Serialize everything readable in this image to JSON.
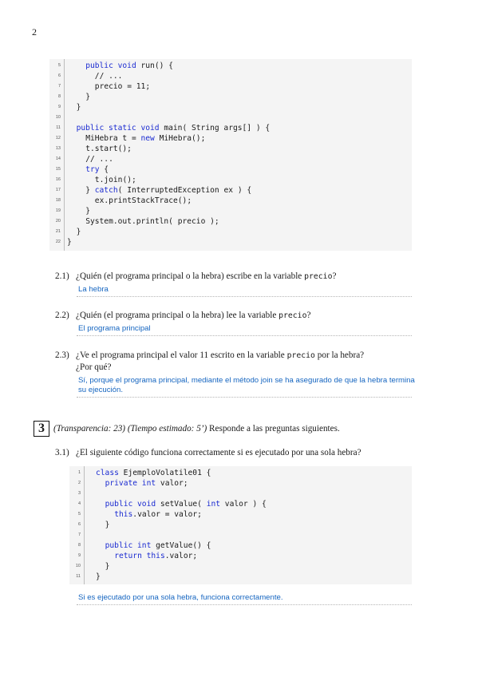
{
  "page_number": "2",
  "code1": {
    "lines": [
      {
        "n": "5",
        "indent": 4,
        "parts": [
          {
            "t": "public void",
            "kw": true
          },
          {
            "t": " run() {"
          }
        ]
      },
      {
        "n": "6",
        "indent": 6,
        "parts": [
          {
            "t": "// ..."
          }
        ]
      },
      {
        "n": "7",
        "indent": 6,
        "parts": [
          {
            "t": "precio = 11;"
          }
        ]
      },
      {
        "n": "8",
        "indent": 4,
        "parts": [
          {
            "t": "}"
          }
        ]
      },
      {
        "n": "9",
        "indent": 2,
        "parts": [
          {
            "t": "}"
          }
        ]
      },
      {
        "n": "10",
        "indent": 0,
        "parts": []
      },
      {
        "n": "11",
        "indent": 2,
        "parts": [
          {
            "t": "public static void",
            "kw": true
          },
          {
            "t": " main( String args[] ) {"
          }
        ]
      },
      {
        "n": "12",
        "indent": 4,
        "parts": [
          {
            "t": "MiHebra t = "
          },
          {
            "t": "new",
            "kw": true
          },
          {
            "t": " MiHebra();"
          }
        ]
      },
      {
        "n": "13",
        "indent": 4,
        "parts": [
          {
            "t": "t.start();"
          }
        ]
      },
      {
        "n": "14",
        "indent": 4,
        "parts": [
          {
            "t": "// ..."
          }
        ]
      },
      {
        "n": "15",
        "indent": 4,
        "parts": [
          {
            "t": "try",
            "kw": true
          },
          {
            "t": " {"
          }
        ]
      },
      {
        "n": "16",
        "indent": 6,
        "parts": [
          {
            "t": "t.join();"
          }
        ]
      },
      {
        "n": "17",
        "indent": 4,
        "parts": [
          {
            "t": "} "
          },
          {
            "t": "catch",
            "kw": true
          },
          {
            "t": "( InterruptedException ex ) {"
          }
        ]
      },
      {
        "n": "18",
        "indent": 6,
        "parts": [
          {
            "t": "ex.printStackTrace();"
          }
        ]
      },
      {
        "n": "19",
        "indent": 4,
        "parts": [
          {
            "t": "}"
          }
        ]
      },
      {
        "n": "20",
        "indent": 4,
        "parts": [
          {
            "t": "System.out.println( precio );"
          }
        ]
      },
      {
        "n": "21",
        "indent": 2,
        "parts": [
          {
            "t": "}"
          }
        ]
      },
      {
        "n": "22",
        "indent": 0,
        "parts": [
          {
            "t": "}"
          }
        ]
      }
    ]
  },
  "questions": [
    {
      "num": "2.1)",
      "pre": "¿Quién (el programa principal o la hebra) escribe en la variable ",
      "code": "precio",
      "post": "?",
      "answer": "La hebra"
    },
    {
      "num": "2.2)",
      "pre": "¿Quién (el programa principal o la hebra) lee la variable ",
      "code": "precio",
      "post": "?",
      "answer": "El programa principal"
    },
    {
      "num": "2.3)",
      "pre": "¿Ve el programa principal el valor 11 escrito en la variable ",
      "code": "precio",
      "post": " por la hebra?",
      "line2": "¿Por qué?",
      "answer_l1": "Sí, porque el programa principal, mediante el método join se ha asegurado de que la hebra termina",
      "answer_l2": "su ejecución."
    }
  ],
  "section3": {
    "number": "3",
    "transparencia": "(Transparencia: 23)",
    "tiempo": "(Tiempo estimado: 5’)",
    "instruction": "Responde a las preguntas siguientes.",
    "q31": {
      "num": "3.1)",
      "text": "¿El siguiente código funciona correctamente si es ejecutado por una sola hebra?",
      "answer": "Si es ejecutado por una sola hebra, funciona correctamente."
    }
  },
  "code2": {
    "lines": [
      {
        "n": "1",
        "indent": 0,
        "parts": [
          {
            "t": "class",
            "kw": true
          },
          {
            "t": " EjemploVolatile01 {"
          }
        ]
      },
      {
        "n": "2",
        "indent": 2,
        "parts": [
          {
            "t": "private int",
            "kw": true
          },
          {
            "t": " valor;"
          }
        ]
      },
      {
        "n": "3",
        "indent": 0,
        "parts": []
      },
      {
        "n": "4",
        "indent": 2,
        "parts": [
          {
            "t": "public void",
            "kw": true
          },
          {
            "t": " setValue( "
          },
          {
            "t": "int",
            "kw": true
          },
          {
            "t": " valor ) {"
          }
        ]
      },
      {
        "n": "5",
        "indent": 4,
        "parts": [
          {
            "t": "this",
            "kw": true
          },
          {
            "t": ".valor = valor;"
          }
        ]
      },
      {
        "n": "6",
        "indent": 2,
        "parts": [
          {
            "t": "}"
          }
        ]
      },
      {
        "n": "7",
        "indent": 0,
        "parts": []
      },
      {
        "n": "8",
        "indent": 2,
        "parts": [
          {
            "t": "public int",
            "kw": true
          },
          {
            "t": " getValue() {"
          }
        ]
      },
      {
        "n": "9",
        "indent": 4,
        "parts": [
          {
            "t": "return this",
            "kw": true
          },
          {
            "t": ".valor;"
          }
        ]
      },
      {
        "n": "10",
        "indent": 2,
        "parts": [
          {
            "t": "}"
          }
        ]
      },
      {
        "n": "11",
        "indent": 0,
        "parts": [
          {
            "t": "}"
          }
        ]
      }
    ]
  }
}
